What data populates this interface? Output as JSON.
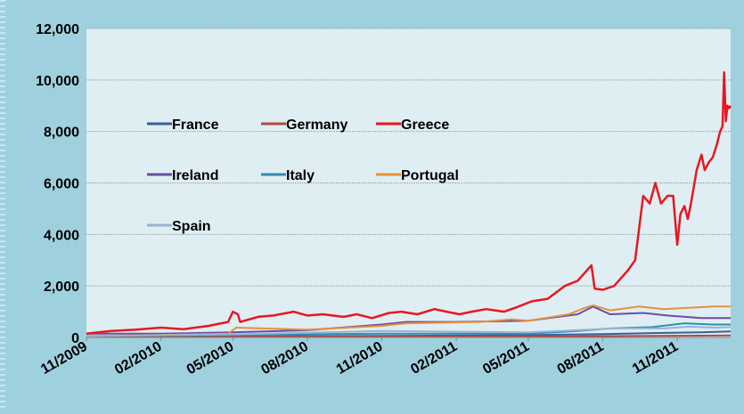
{
  "chart_data": {
    "type": "line",
    "title": "",
    "xlabel": "",
    "ylabel": "",
    "ylim": [
      0,
      12000
    ],
    "y_ticks": [
      0,
      2000,
      4000,
      6000,
      8000,
      10000,
      12000
    ],
    "y_tick_labels": [
      "0",
      "2,000",
      "4,000",
      "6,000",
      "8,000",
      "10,000",
      "12,000"
    ],
    "x_range": [
      "2009-11-01",
      "2012-01-06"
    ],
    "x_ticks": [
      "2009-11-01",
      "2010-02-01",
      "2010-05-01",
      "2010-08-01",
      "2010-11-01",
      "2011-02-01",
      "2011-05-01",
      "2011-08-01",
      "2011-11-01"
    ],
    "x_tick_labels": [
      "11/2009",
      "02/2010",
      "05/2010",
      "08/2010",
      "11/2010",
      "02/2011",
      "05/2011",
      "08/2011",
      "11/2011"
    ],
    "grid": "horizontal",
    "legend_position": "top-left inside",
    "colors": {
      "outer_background": "#9fd0de",
      "plot_background": "#dfeef3",
      "gridline": "#8a9aa0"
    },
    "series": [
      {
        "name": "France",
        "color": "#3a5f9b",
        "width": 2,
        "x": [
          "2009-11-01",
          "2010-05-01",
          "2010-11-01",
          "2011-05-01",
          "2011-08-01",
          "2011-10-01",
          "2011-12-01",
          "2012-01-06"
        ],
        "values": [
          40,
          45,
          60,
          90,
          130,
          170,
          200,
          230
        ]
      },
      {
        "name": "Germany",
        "color": "#b24a40",
        "width": 2,
        "x": [
          "2009-11-01",
          "2010-11-01",
          "2011-06-01",
          "2011-09-01",
          "2011-12-01",
          "2012-01-06"
        ],
        "values": [
          20,
          30,
          40,
          55,
          70,
          80
        ]
      },
      {
        "name": "Greece",
        "color": "#e8171f",
        "width": 2.5,
        "x": [
          "2009-11-01",
          "2009-12-01",
          "2010-01-01",
          "2010-02-01",
          "2010-03-01",
          "2010-04-01",
          "2010-04-25",
          "2010-05-01",
          "2010-05-07",
          "2010-05-10",
          "2010-06-01",
          "2010-06-20",
          "2010-07-15",
          "2010-08-01",
          "2010-08-20",
          "2010-09-15",
          "2010-10-01",
          "2010-10-20",
          "2010-11-10",
          "2010-11-25",
          "2010-12-15",
          "2011-01-05",
          "2011-01-20",
          "2011-02-05",
          "2011-02-20",
          "2011-03-10",
          "2011-04-01",
          "2011-04-15",
          "2011-05-05",
          "2011-05-25",
          "2011-06-15",
          "2011-07-01",
          "2011-07-18",
          "2011-07-22",
          "2011-08-01",
          "2011-08-15",
          "2011-09-01",
          "2011-09-10",
          "2011-09-20",
          "2011-09-28",
          "2011-10-05",
          "2011-10-12",
          "2011-10-20",
          "2011-10-27",
          "2011-11-01",
          "2011-11-05",
          "2011-11-10",
          "2011-11-14",
          "2011-11-18",
          "2011-11-25",
          "2011-12-01",
          "2011-12-05",
          "2011-12-10",
          "2011-12-15",
          "2011-12-20",
          "2011-12-24",
          "2011-12-27",
          "2011-12-29",
          "2011-12-31",
          "2012-01-02",
          "2012-01-04",
          "2012-01-06"
        ],
        "values": [
          150,
          250,
          300,
          380,
          320,
          450,
          600,
          1000,
          900,
          600,
          800,
          850,
          1000,
          850,
          900,
          800,
          900,
          750,
          950,
          1000,
          900,
          1100,
          1000,
          900,
          1000,
          1100,
          1000,
          1150,
          1400,
          1500,
          2000,
          2200,
          2800,
          1900,
          1850,
          2000,
          2600,
          3000,
          5500,
          5200,
          6000,
          5200,
          5500,
          5500,
          3600,
          4800,
          5100,
          4600,
          5200,
          6500,
          7100,
          6500,
          6800,
          7000,
          7500,
          8000,
          8200,
          10300,
          8400,
          9000,
          8900,
          9000
        ]
      },
      {
        "name": "Ireland",
        "color": "#6c4da0",
        "width": 2,
        "x": [
          "2009-11-01",
          "2010-02-01",
          "2010-05-01",
          "2010-08-01",
          "2010-11-01",
          "2010-12-01",
          "2011-02-01",
          "2011-05-01",
          "2011-07-01",
          "2011-07-20",
          "2011-08-10",
          "2011-09-20",
          "2011-10-20",
          "2011-12-01",
          "2012-01-06"
        ],
        "values": [
          150,
          150,
          200,
          280,
          500,
          600,
          600,
          650,
          900,
          1200,
          900,
          950,
          850,
          750,
          750
        ]
      },
      {
        "name": "Italy",
        "color": "#2f8fb0",
        "width": 2,
        "x": [
          "2009-11-01",
          "2010-05-01",
          "2010-11-01",
          "2011-05-01",
          "2011-07-01",
          "2011-08-10",
          "2011-10-01",
          "2011-11-10",
          "2011-12-15",
          "2012-01-06"
        ],
        "values": [
          60,
          100,
          150,
          150,
          250,
          350,
          400,
          550,
          500,
          500
        ]
      },
      {
        "name": "Portugal",
        "color": "#e5913b",
        "width": 2,
        "x": [
          "2009-11-01",
          "2010-02-01",
          "2010-04-25",
          "2010-05-05",
          "2010-08-01",
          "2010-11-01",
          "2010-12-01",
          "2011-03-01",
          "2011-04-10",
          "2011-05-01",
          "2011-06-20",
          "2011-07-10",
          "2011-07-20",
          "2011-08-10",
          "2011-09-15",
          "2011-10-15",
          "2011-11-15",
          "2011-12-15",
          "2012-01-06"
        ],
        "values": [
          50,
          100,
          150,
          380,
          300,
          450,
          550,
          600,
          700,
          650,
          900,
          1150,
          1250,
          1050,
          1200,
          1100,
          1150,
          1200,
          1200
        ]
      },
      {
        "name": "Spain",
        "color": "#9ab3d6",
        "width": 2,
        "x": [
          "2009-11-01",
          "2010-05-01",
          "2010-11-01",
          "2011-05-01",
          "2011-07-15",
          "2011-08-10",
          "2011-10-15",
          "2011-11-15",
          "2011-12-20",
          "2012-01-06"
        ],
        "values": [
          60,
          120,
          250,
          200,
          300,
          350,
          350,
          420,
          380,
          400
        ]
      }
    ]
  }
}
